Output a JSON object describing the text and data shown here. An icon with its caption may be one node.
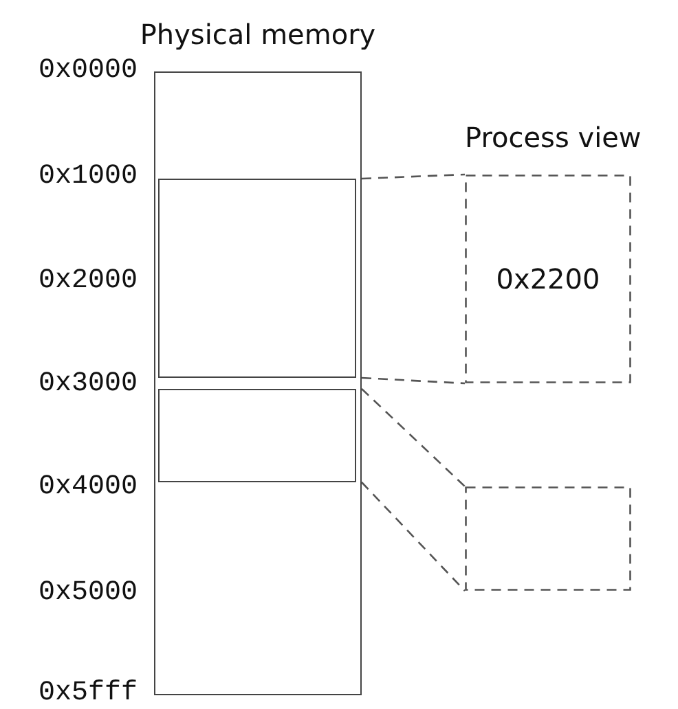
{
  "diagram": {
    "nodes": [
      {
        "text": [
          "Physical memory"
        ]
      },
      {
        "text": [],
        "shape": "box",
        "in": 0
      },
      {
        "text": [],
        "shape": "box",
        "in": 0
      },
      {
        "text": [
          "0x2200"
        ]
      },
      {
        "text": [],
        "shape": "box"
      }
    ],
    "edges": [
      {
        "from": 1,
        "to": 3,
        "arrow": "none",
        "style": "dashed"
      },
      {
        "from": 1,
        "to": 3,
        "arrow": "none",
        "style": "dashed"
      },
      {
        "from": 2,
        "to": 4,
        "arrow": "none",
        "style": "dashed"
      },
      {
        "from": 2,
        "to": 4,
        "arrow": "none",
        "style": "dashed"
      }
    ],
    "labels": [
      "0x0000",
      "Process view",
      "0x1000",
      "0x2000",
      "0x3000",
      "0x4000",
      "0x5000",
      "0x5fff"
    ]
  }
}
